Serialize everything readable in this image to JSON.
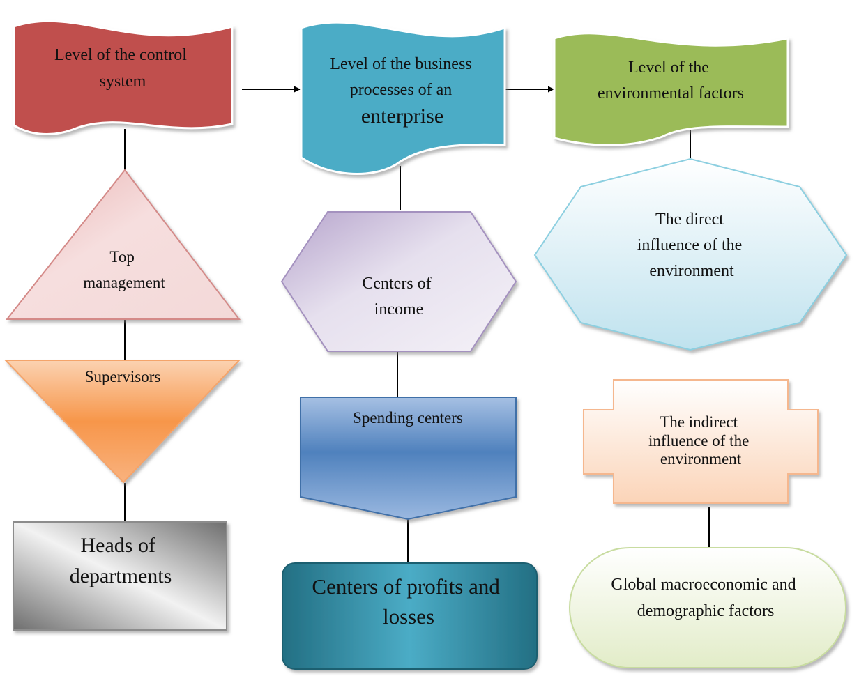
{
  "colors": {
    "control": "#c0504d",
    "business": "#4bacc6",
    "environment": "#9bbb59",
    "supervisors": "#f79646",
    "spending": "#4f81bd",
    "profits": "#31849b",
    "connector": "#000000"
  },
  "levels": {
    "control": [
      "Level of the control",
      "system"
    ],
    "business": [
      "Level of the business",
      "processes of an",
      "enterprise"
    ],
    "environment": [
      "Level of the",
      "environmental factors"
    ]
  },
  "control_column": {
    "top_management": [
      "Top",
      "management"
    ],
    "supervisors": "Supervisors",
    "heads": [
      "Heads of",
      "departments"
    ]
  },
  "business_column": {
    "income": [
      "Centers of",
      "income"
    ],
    "spending": "Spending centers",
    "profits": [
      "Centers of profits and",
      "losses"
    ]
  },
  "environment_column": {
    "direct": [
      "The direct",
      "influence of the",
      "environment"
    ],
    "indirect": [
      "The indirect",
      "influence of the",
      "environment"
    ],
    "global": [
      "Global macroeconomic and",
      "demographic factors"
    ]
  }
}
